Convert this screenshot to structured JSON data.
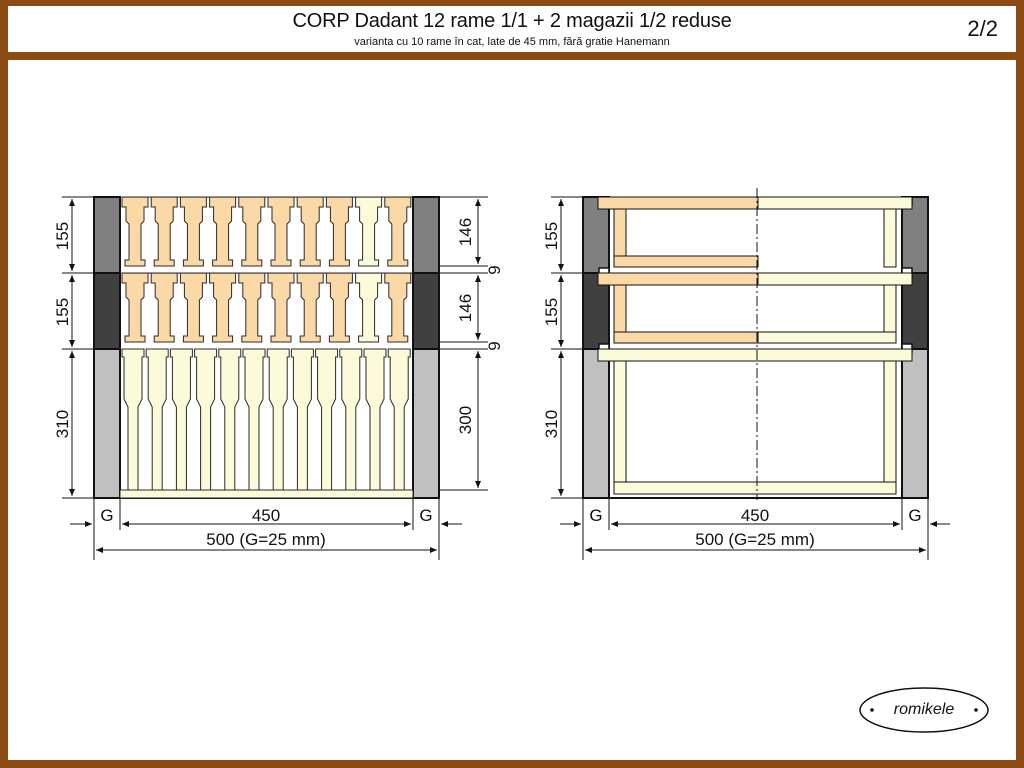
{
  "header": {
    "title": "CORP Dadant 12 rame 1/1 + 2 magazii 1/2 reduse",
    "subtitle": "varianta cu 10 rame în cat, late de 45 mm, fără gratie Hanemann",
    "page": "2/2"
  },
  "dimensions": {
    "super_height": "155",
    "body_height": "310",
    "half_frame_height": "146",
    "full_frame_height": "300",
    "gap": "9",
    "inner_width": "450",
    "wall_label": "G",
    "outer_width": "500 (G=25 mm)"
  },
  "signature": "romikele",
  "colors": {
    "wall_light": "#c0c0c0",
    "wall_mid": "#808080",
    "wall_dark": "#404040",
    "half_frame": "#fbd9a6",
    "full_frame": "#fcfbd9",
    "frame_border": "#2a2a2a",
    "background": "#8a4a12"
  }
}
